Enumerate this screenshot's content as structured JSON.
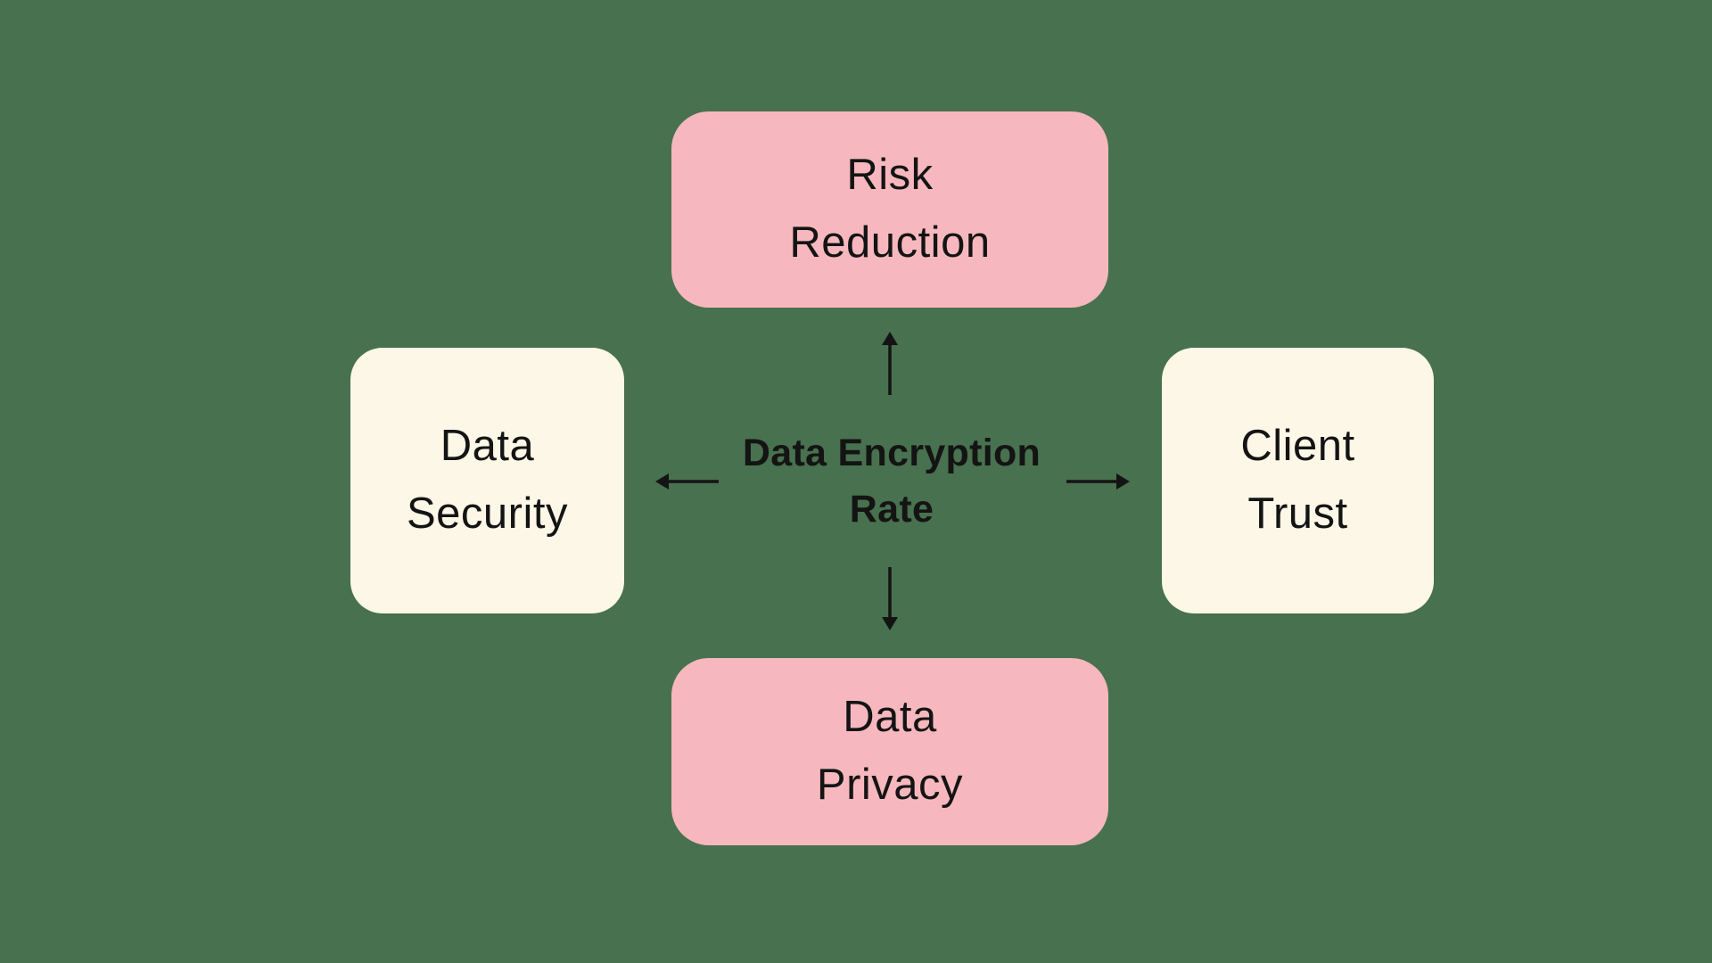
{
  "diagram": {
    "background_color": "#48714F",
    "text_color": "#141414",
    "center": {
      "line1": "Data Encryption",
      "line2": "Rate"
    },
    "nodes": {
      "top": {
        "line1": "Risk",
        "line2": "Reduction",
        "color": "#F6B8BE"
      },
      "left": {
        "line1": "Data",
        "line2": "Security",
        "color": "#FCF7E7"
      },
      "right": {
        "line1": "Client",
        "line2": "Trust",
        "color": "#FCF7E7"
      },
      "bottom": {
        "line1": "Data",
        "line2": "Privacy",
        "color": "#F6B8BE"
      }
    },
    "arrows": {
      "color": "#141414",
      "directions": "up, left, right, down"
    }
  }
}
